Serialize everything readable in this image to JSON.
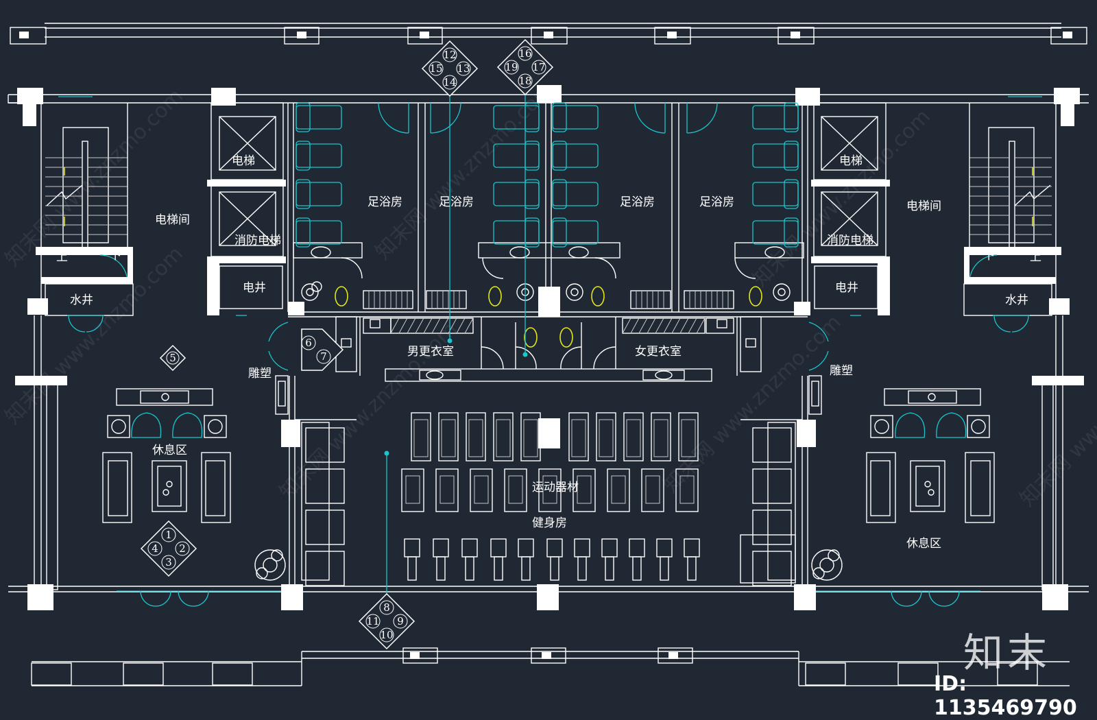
{
  "rooms": {
    "elevator_l": "电梯",
    "fire_elevator_l": "消防电梯",
    "elevator_hall_l": "电梯间",
    "water_shaft_l": "水井",
    "elec_shaft_l": "电井",
    "up_l": "上",
    "down_l": "下",
    "foot_bath_1": "足浴房",
    "foot_bath_2": "足浴房",
    "foot_bath_3": "足浴房",
    "foot_bath_4": "足浴房",
    "men_locker": "男更衣室",
    "women_locker": "女更衣室",
    "lounge_l": "休息区",
    "lounge_r": "休息区",
    "gym": "健身房",
    "gym_equipment": "运动器材",
    "sculpture_l": "雕塑",
    "sculpture_r": "雕塑",
    "elevator_r": "电梯",
    "fire_elevator_r": "消防电梯",
    "elevator_hall_r": "电梯间",
    "water_shaft_r": "水井",
    "elec_shaft_r": "电井",
    "up_r": "上",
    "down_r": "下"
  },
  "view_tags": [
    {
      "numbers": [
        "1",
        "2",
        "3",
        "4"
      ]
    },
    {
      "numbers": [
        "5"
      ]
    },
    {
      "numbers": [
        "6",
        "7"
      ]
    },
    {
      "numbers": [
        "8",
        "9",
        "10",
        "11"
      ]
    },
    {
      "numbers": [
        "12",
        "13",
        "14",
        "15"
      ]
    },
    {
      "numbers": [
        "16",
        "17",
        "18",
        "19"
      ]
    }
  ],
  "watermark": "知末网 www.znzmo.com",
  "logo": "知末",
  "id_label": "ID: 1135469790",
  "colors": {
    "background": "#202833",
    "lines": "#ffffff",
    "accent": "#19c7cf",
    "fixtures": "#e5e619"
  }
}
